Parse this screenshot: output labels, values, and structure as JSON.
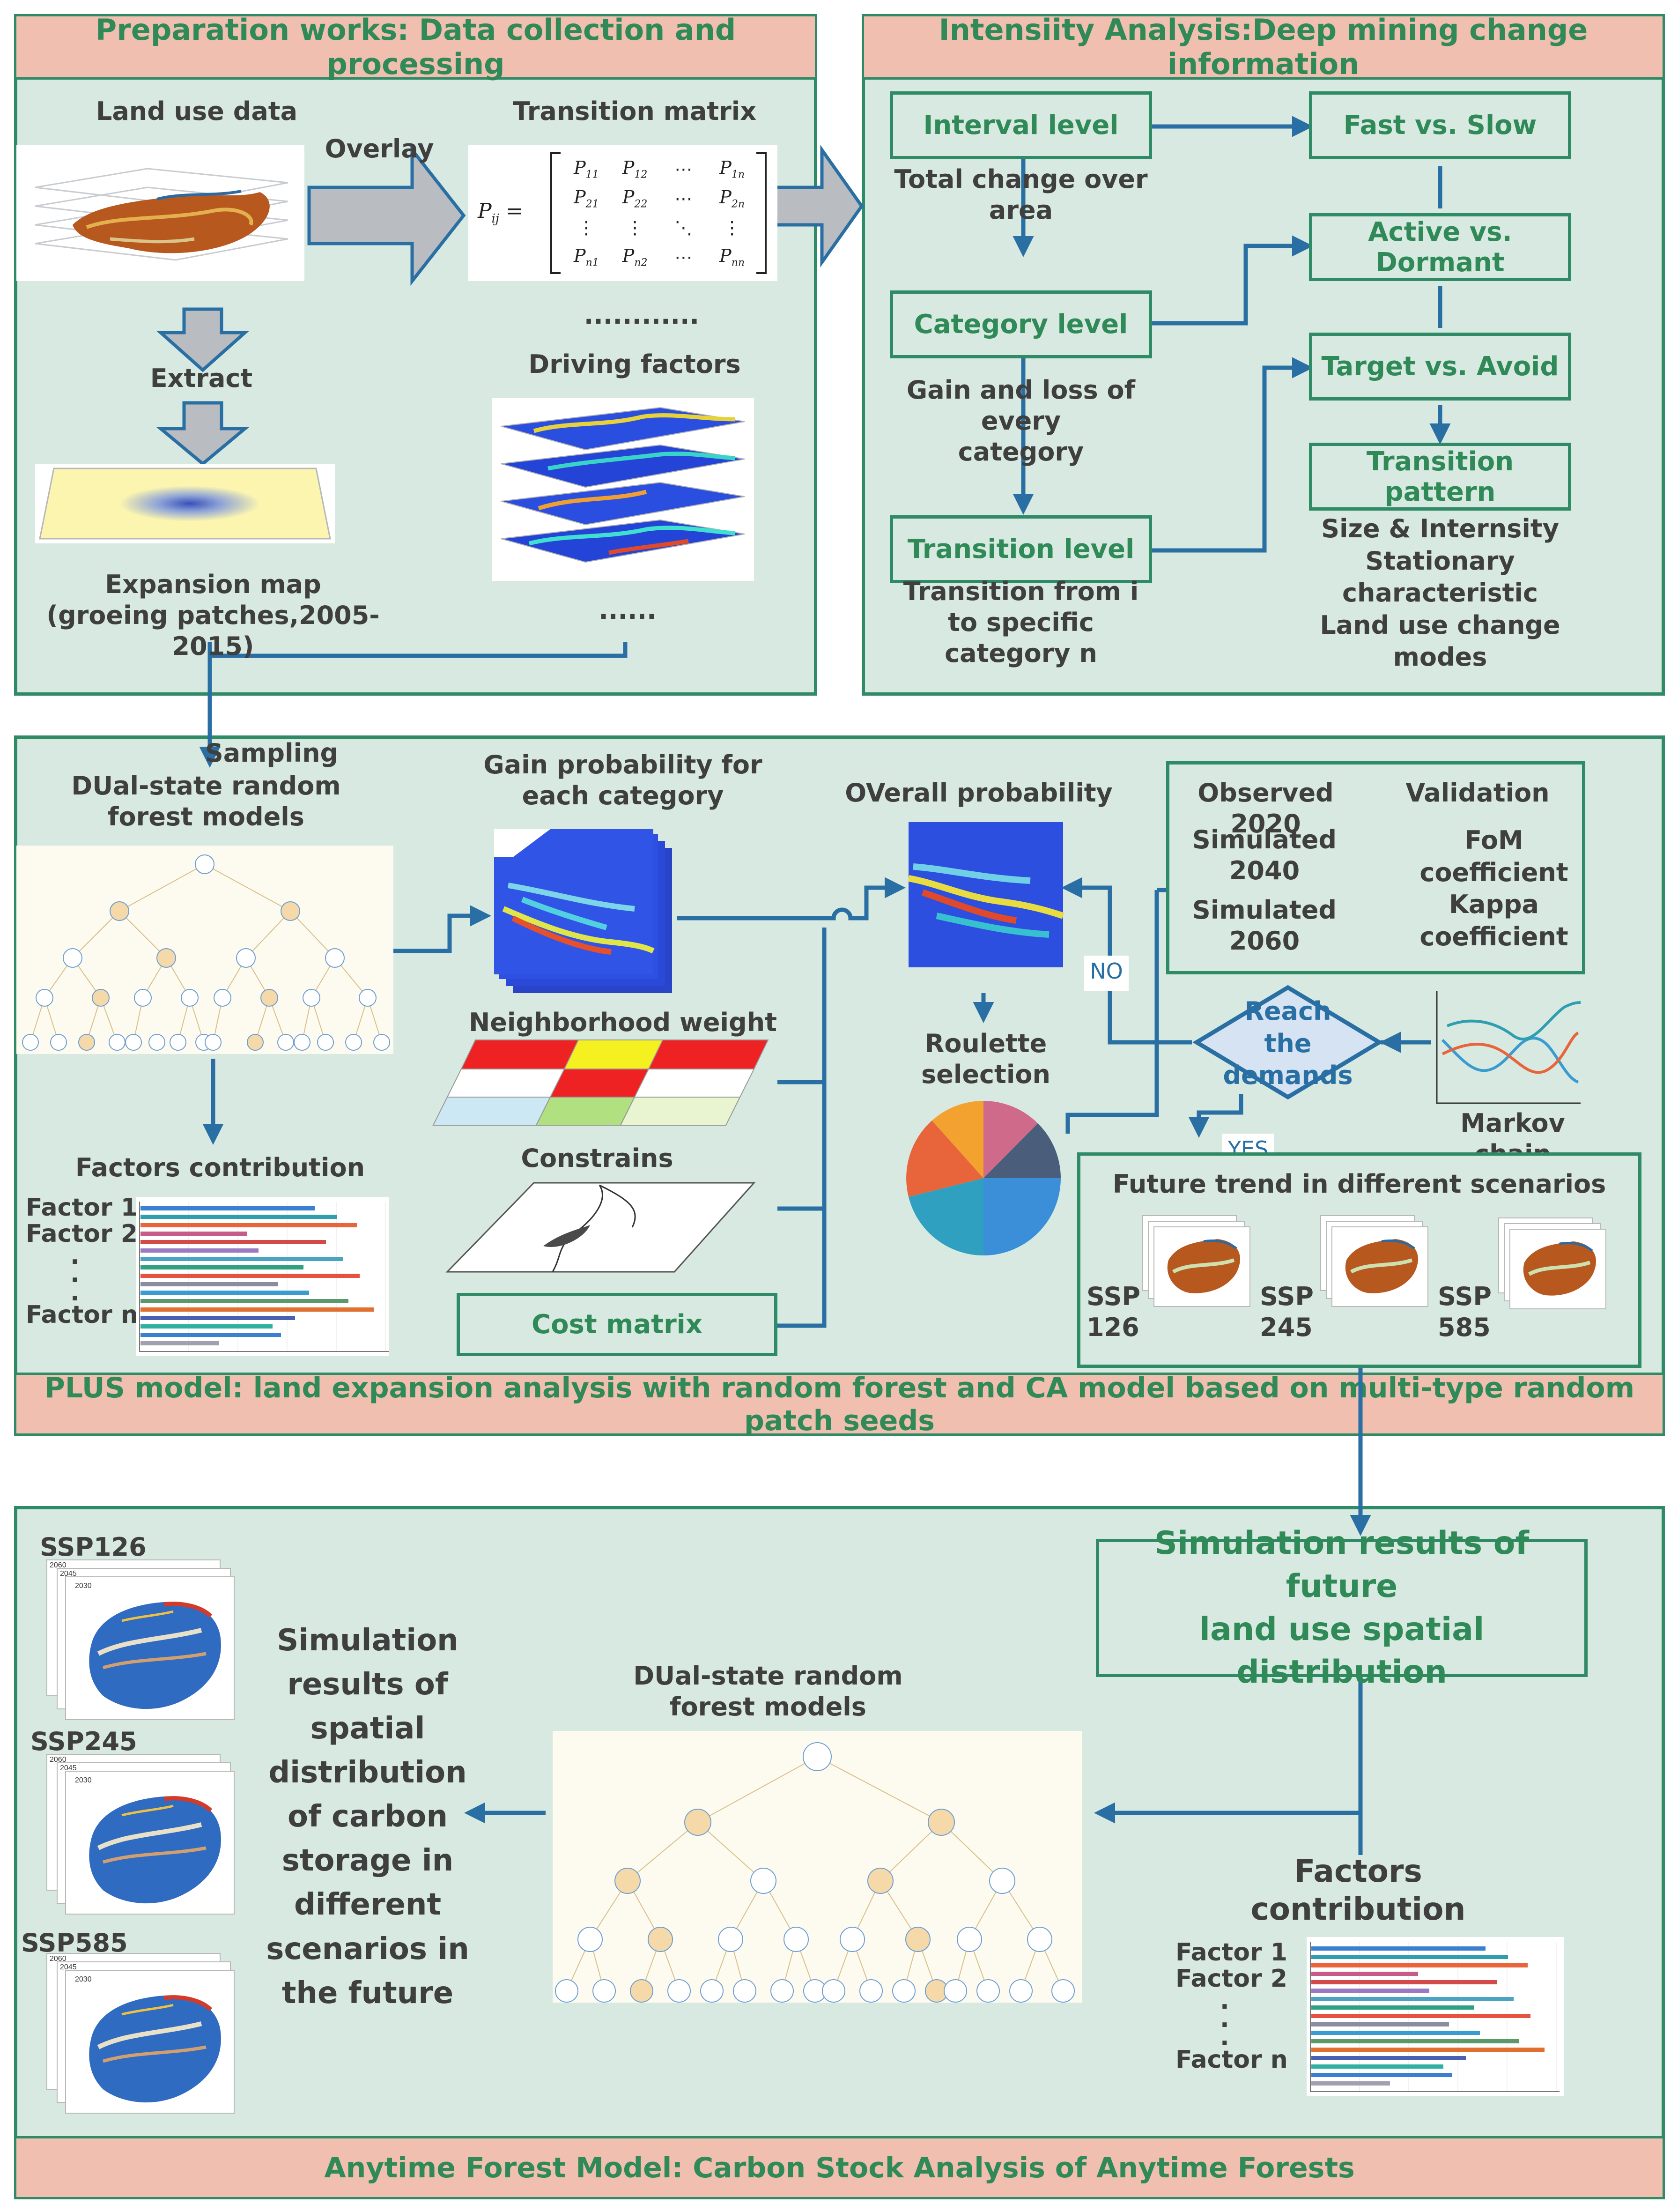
{
  "top_left": {
    "title": "Preparation works: Data collection and processing",
    "land_use_data": "Land use data",
    "overlay": "Overlay",
    "transition_matrix": "Transition matrix",
    "extract": "Extract",
    "matrix_dots": "............",
    "driving_factors": "Driving factors",
    "expansion_map": "Expansion map\n(groeing patches,2005-2015)",
    "more_dots": "......",
    "matrix": {
      "lhs": "P",
      "lhs_sub": "ij",
      "rows": [
        [
          "P11",
          "P12",
          "⋯",
          "P1n"
        ],
        [
          "P21",
          "P22",
          "⋯",
          "P2n"
        ],
        [
          "⋮",
          "⋮",
          "⋱",
          "⋮"
        ],
        [
          "Pn1",
          "Pn2",
          "⋯",
          "Pnn"
        ]
      ]
    }
  },
  "top_right": {
    "title": "Intensiity Analysis:Deep mining change information",
    "interval_level": "Interval level",
    "interval_desc": "Total change over\narea",
    "category_level": "Category level",
    "category_desc": "Gain and loss of every\ncategory",
    "transition_level": "Transition level",
    "transition_desc": "Transition from i\nto specific\ncategory n",
    "fast_slow": "Fast vs. Slow",
    "active_dormant": "Active vs. Dormant",
    "target_avoid": "Target vs. Avoid",
    "transition_pattern": "Transition pattern",
    "pattern_desc": "Size & Internsity\nStationary\ncharacteristic\nLand use change\nmodes"
  },
  "middle": {
    "banner": "PLUS model: land expansion analysis with random forest and CA model based on multi-type random patch seeds",
    "sampling": "Sampling",
    "dual_rf": "DUal-state random\nforest models",
    "factors_contribution": "Factors contribution",
    "factor_labels": [
      "Factor 1",
      "Factor 2",
      ".",
      ".",
      ".",
      "Factor n"
    ],
    "gain_probability": "Gain probability for\neach category",
    "neighborhood_weight": "Neighborhood weight",
    "constrains": "Constrains",
    "cost_matrix": "Cost matrix",
    "overall_probability": "OVerall probability",
    "roulette": "Roulette\nselection",
    "observed": "Observed 2020",
    "simulated_2040": "Simulated\n2040",
    "simulated_2060": "Simulated\n2060",
    "validation": "Validation",
    "validation_items": "FoM\ncoefficient\nKappa\ncoefficient",
    "no": "NO",
    "yes": "YES",
    "reach_demands": "Reach\nthe\ndemands",
    "markov": "Markov chain",
    "future_trend": "Future trend in different scenarios",
    "ssp": [
      "SSP\n126",
      "SSP\n245",
      "SSP\n585"
    ]
  },
  "bottom": {
    "banner": "Anytime Forest Model: Carbon Stock Analysis of Anytime Forests",
    "ssp_labels": [
      "SSP126",
      "SSP245",
      "SSP585"
    ],
    "map_years": [
      "2060",
      "2045",
      "2030"
    ],
    "simulation_results_carbon": "Simulation\nresults of\nspatial\ndistribution\nof carbon\nstorage in\ndifferent\nscenarios in\nthe future",
    "dual_rf": "DUal-state random\nforest models",
    "simulation_results_land": "Simulation results of future\nland use spatial distribution",
    "factors_contribution": "Factors\ncontribution",
    "factor_labels": [
      "Factor 1",
      "Factor 2",
      ".",
      ".",
      ".",
      "Factor n"
    ]
  },
  "colors": {
    "panel_fill": "#d7e9e1",
    "panel_border": "#2f8a66",
    "banner_fill": "#f0bfb0",
    "title_green": "#2f8a57",
    "arrow_blue": "#2a6fa3",
    "gray_arrow": "#b9bcc0"
  }
}
